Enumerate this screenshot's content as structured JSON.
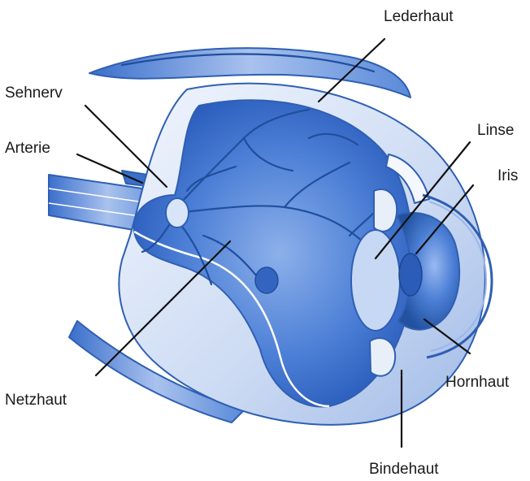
{
  "colors": {
    "ink": "#1a1a1a",
    "deep_blue": "#2a63c8",
    "mid_blue": "#5f8fdc",
    "pale_blue": "#d6e3f7",
    "outline_blue": "#2f5fb3"
  },
  "labels": {
    "sclera": "Lederhaut",
    "optic_nerve": "Sehnerv",
    "artery": "Arterie",
    "lens": "Linse",
    "iris": "Iris",
    "retina": "Netzhaut",
    "cornea": "Hornhaut",
    "conjunctiva": "Bindehaut"
  }
}
